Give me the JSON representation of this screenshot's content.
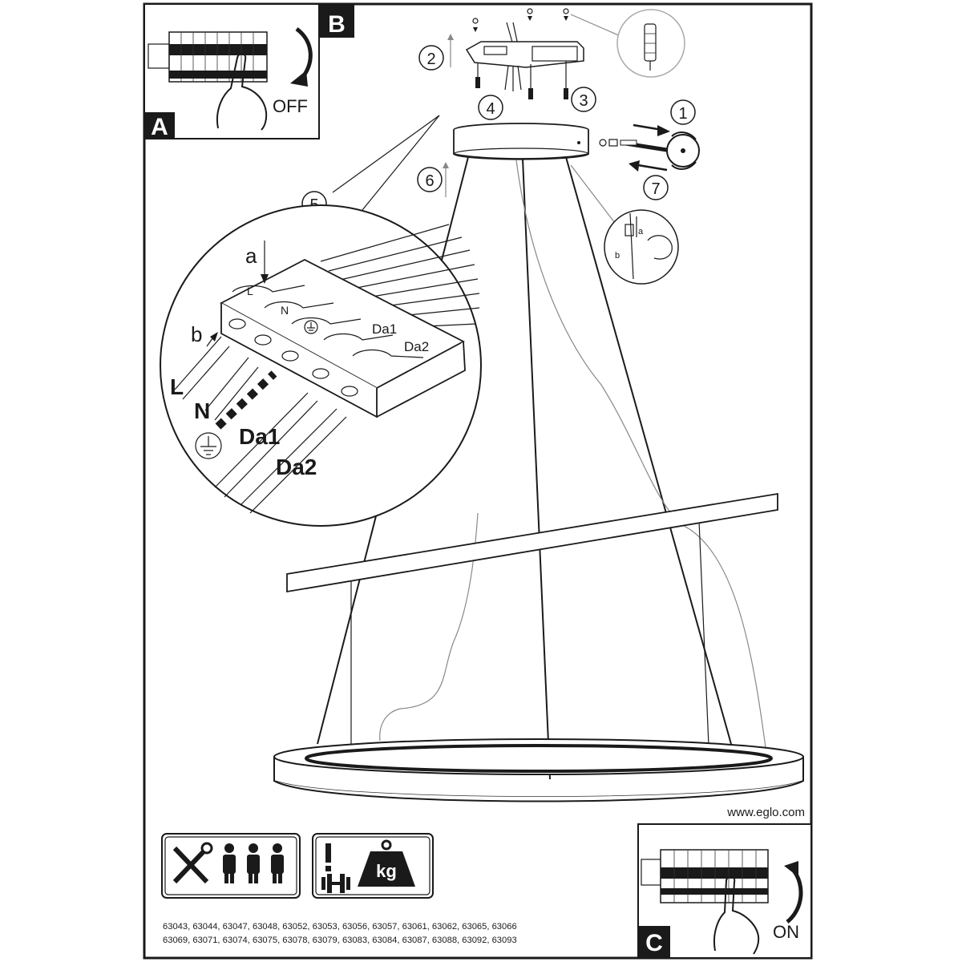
{
  "panels": {
    "a_tag": "A",
    "b_tag": "B",
    "c_tag": "C",
    "off_label": "OFF",
    "on_label": "ON"
  },
  "steps": [
    "1",
    "2",
    "3",
    "4",
    "5",
    "6",
    "7"
  ],
  "wiring": {
    "arrow_a": "a",
    "arrow_b": "b",
    "terminals": [
      "L",
      "N",
      "Da1",
      "Da2"
    ],
    "wires": [
      "L",
      "N",
      "Da1",
      "Da2"
    ]
  },
  "detail_hang": {
    "a": "a",
    "b": "b"
  },
  "website": "www.eglo.com",
  "weight_label": "kg",
  "models_line1": "63043, 63044, 63047, 63048, 63052, 63053, 63056, 63057, 63061, 63062, 63065, 63066",
  "models_line2": "63069, 63071, 63074, 63075, 63078, 63079, 63083, 63084, 63087, 63088, 63092, 63093"
}
